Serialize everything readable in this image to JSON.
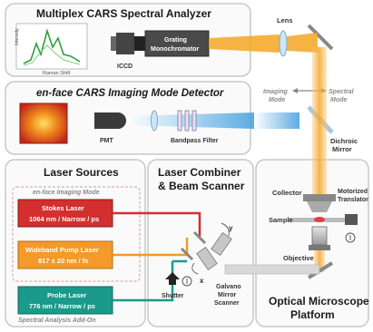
{
  "panels": {
    "spectral_analyzer": {
      "title": "Multiplex CARS Spectral Analyzer"
    },
    "imaging_detector": {
      "title": "en-face CARS Imaging Mode Detector"
    },
    "laser_sources": {
      "title": "Laser Sources"
    },
    "combiner": {
      "title_line1": "Laser Combiner",
      "title_line2": "& Beam Scanner"
    },
    "microscope": {
      "title_line1": "Optical Microscope",
      "title_line2": "Platform"
    }
  },
  "spectrum_plot": {
    "ylabel": "Intensity",
    "xlabel": "Raman Shift"
  },
  "components": {
    "iccd": "ICCD",
    "grating_line1": "Grating",
    "grating_line2": "Monochromator",
    "lens": "Lens",
    "pmt": "PMT",
    "bandpass": "Bandpass Filter",
    "imaging_mode_line1": "Imaging",
    "imaging_mode_line2": "Mode",
    "spectral_mode_line1": "Spectral",
    "spectral_mode_line2": "Mode",
    "dichroic_line1": "Dichroic",
    "dichroic_line2": "Mirror",
    "collector": "Collector",
    "sample": "Sample",
    "objective": "Objective",
    "motorized_line1": "Motorized",
    "motorized_line2": "Translator",
    "shutter": "Shutter",
    "galvano_line1": "Galvano",
    "galvano_line2": "Mirror",
    "galvano_line3": "Scanner",
    "axis_x": "x",
    "axis_y": "y"
  },
  "lasers": {
    "mode_label": "en-face Imaging Mode",
    "addon_label": "Spectral Analysis Add-On",
    "stokes": {
      "name": "Stokes Laser",
      "spec": "1064 nm / Narrow / ps",
      "color": "#d32f2f"
    },
    "pump": {
      "name": "Wideband Pump Laser",
      "spec": "817 ± 20 nm / fs",
      "color": "#f39a2a"
    },
    "probe": {
      "name": "Probe Laser",
      "spec": "776 nm / Narrow / ps",
      "color": "#1a9a8a"
    }
  },
  "colors": {
    "beam_main": "#f5a623",
    "beam_blue": "#6fb6e6",
    "panel_border": "#c8c8c8"
  }
}
